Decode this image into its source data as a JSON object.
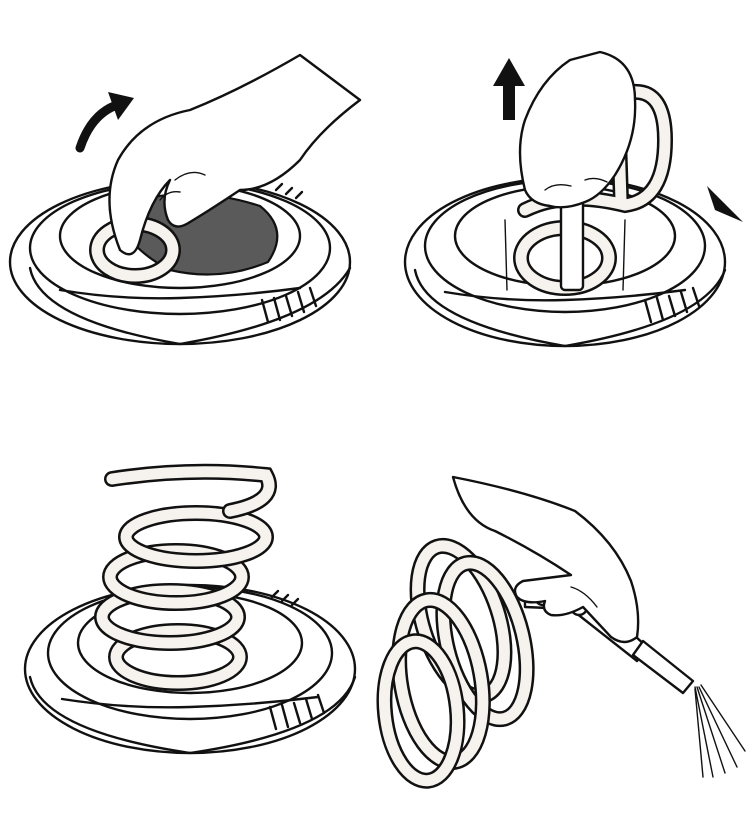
{
  "figure": {
    "steps": [
      {
        "id": 1,
        "depicts": "hand-lifting-cover"
      },
      {
        "id": 2,
        "depicts": "pull-hose-up"
      },
      {
        "id": 3,
        "depicts": "hose-extended-coil"
      },
      {
        "id": 4,
        "depicts": "spray-nozzle"
      }
    ],
    "colors": {
      "line": "#111111",
      "hose": "#f6f2ee",
      "cover": "#5a5a5a",
      "background": "#ffffff"
    },
    "icons": [
      "curved-arrow-icon",
      "up-arrow-icon",
      "rotate-arrow-icon"
    ]
  }
}
